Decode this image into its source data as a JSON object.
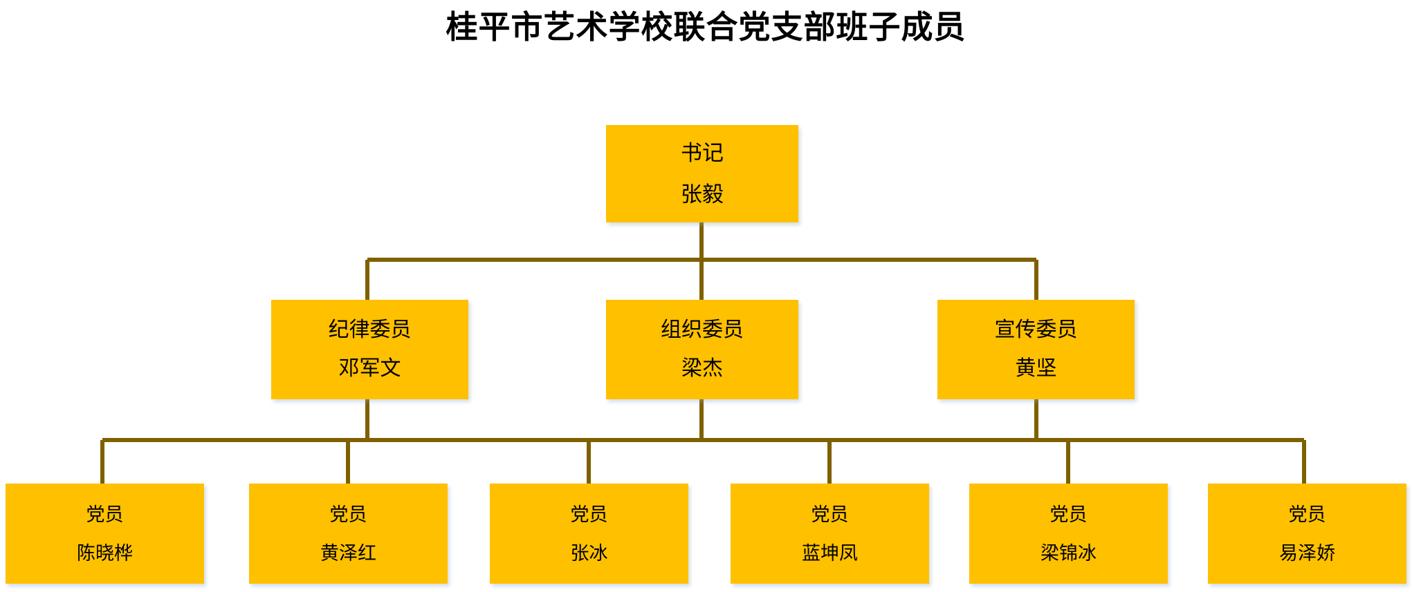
{
  "title": "桂平市艺术学校联合党支部班子成员",
  "colors": {
    "node_fill": "#FFC000",
    "connector": "#7F6000",
    "text": "#000000",
    "background": "#FFFFFF",
    "shadow": "#AEC4D6"
  },
  "nodes": {
    "root": {
      "role": "书记",
      "person": "张毅"
    },
    "level2": [
      {
        "role": "纪律委员",
        "person": "邓军文"
      },
      {
        "role": "组织委员",
        "person": "梁杰"
      },
      {
        "role": "宣传委员",
        "person": "黄坚"
      }
    ],
    "level3": [
      {
        "role": "党员",
        "person": "陈晓桦"
      },
      {
        "role": "党员",
        "person": "黄泽红"
      },
      {
        "role": "党员",
        "person": "张冰"
      },
      {
        "role": "党员",
        "person": "蓝坤凤"
      },
      {
        "role": "党员",
        "person": "梁锦冰"
      },
      {
        "role": "党员",
        "person": "易泽娇"
      }
    ]
  },
  "chart_data": {
    "type": "diagram",
    "diagram_kind": "org-chart",
    "title": "桂平市艺术学校联合党支部班子成员",
    "levels": 3,
    "hierarchy": {
      "label": "书记 张毅",
      "children": [
        {
          "label": "纪律委员 邓军文"
        },
        {
          "label": "组织委员 梁杰"
        },
        {
          "label": "宣传委员 黄坚"
        }
      ],
      "leaves": [
        "党员 陈晓桦",
        "党员 黄泽红",
        "党员 张冰",
        "党员 蓝坤凤",
        "党员 梁锦冰",
        "党员 易泽娇"
      ]
    }
  }
}
